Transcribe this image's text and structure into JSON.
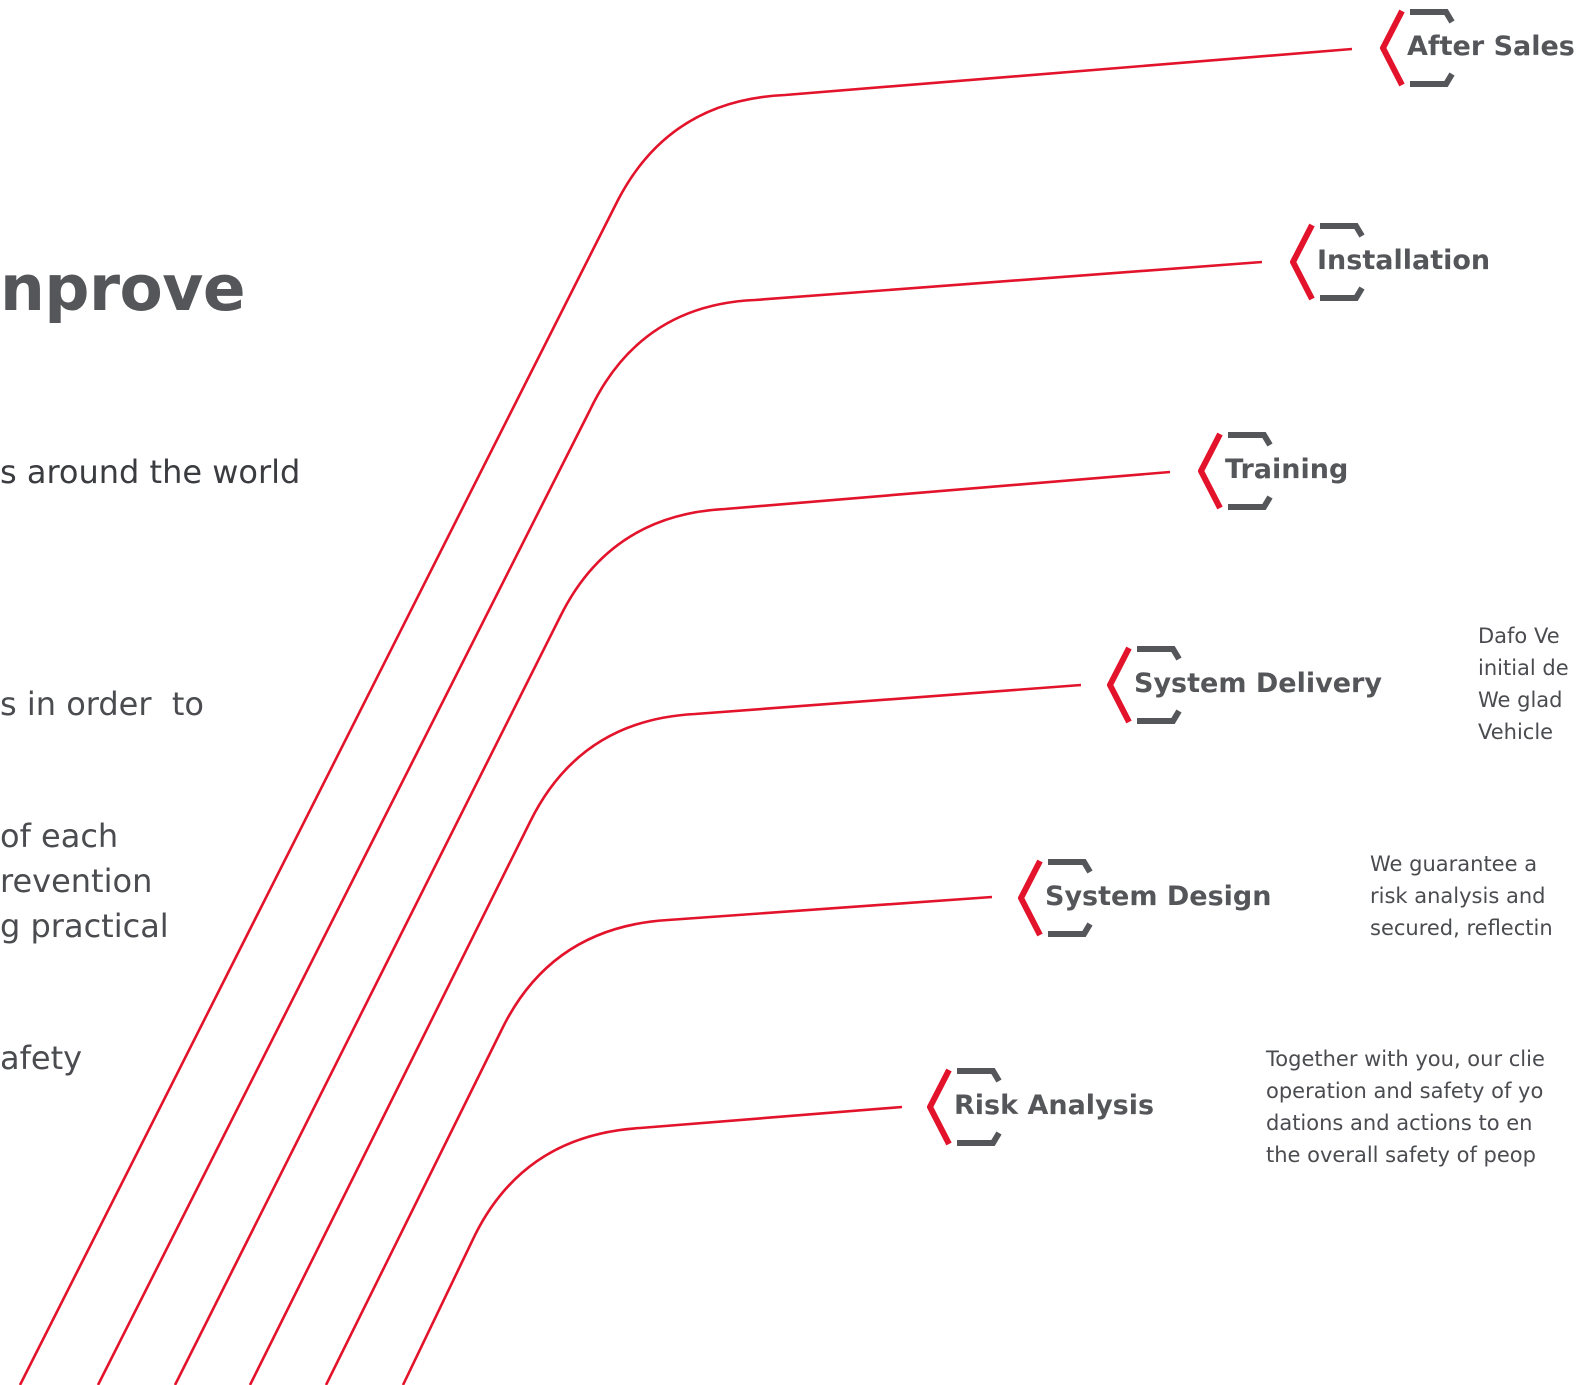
{
  "colors": {
    "accent": "#e2132a",
    "text": "#55565a",
    "background": "#ffffff"
  },
  "heading": "nprove",
  "subheading": "s around the world",
  "body_lines": [
    "s in order  to",
    "of each",
    "revention",
    "g practical",
    "afety"
  ],
  "steps": [
    {
      "label": "After Sales",
      "icon": "hexagon-bracket-icon"
    },
    {
      "label": "Installation",
      "icon": "hexagon-bracket-icon"
    },
    {
      "label": "Training",
      "icon": "hexagon-bracket-icon"
    },
    {
      "label": "System Delivery",
      "icon": "hexagon-bracket-icon"
    },
    {
      "label": "System Design",
      "icon": "hexagon-bracket-icon"
    },
    {
      "label": "Risk Analysis",
      "icon": "hexagon-bracket-icon"
    }
  ],
  "descriptions": {
    "system_delivery": "Dafo Ve\ninitial de\nWe glad\nVehicle",
    "system_design": "We guarantee a\nrisk analysis and\nsecured, reflectin",
    "risk_analysis": "Together with you, our clie\noperation and safety of yo\ndations and actions to en\nthe overall safety of peop"
  }
}
